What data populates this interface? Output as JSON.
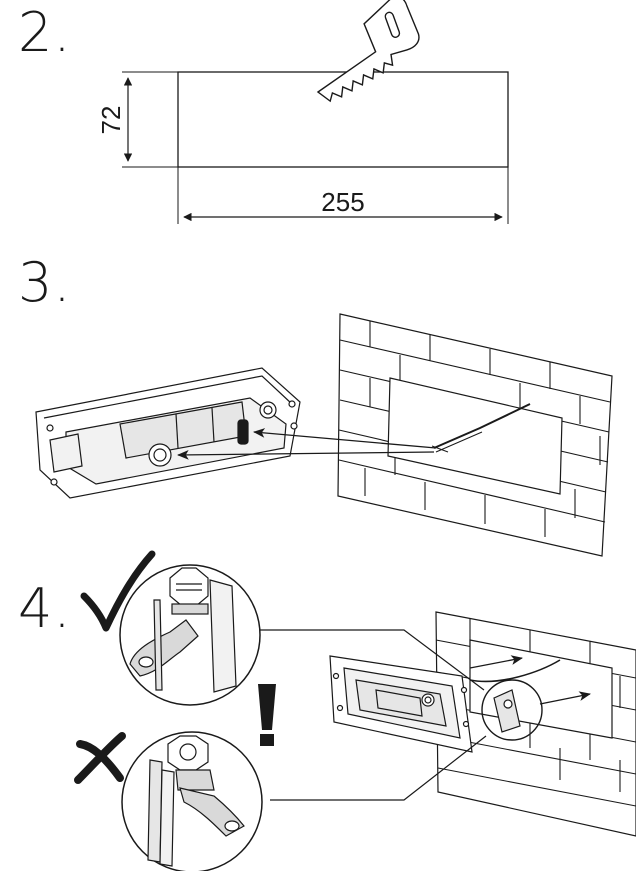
{
  "steps": {
    "step2": "2.",
    "step3": "3.",
    "step4": "4."
  },
  "dimensions": {
    "height": "72",
    "width": "255"
  },
  "marks": {
    "correct": "✓",
    "warning": "!",
    "incorrect": "✕"
  },
  "colors": {
    "line": "#1a1a1a",
    "fill": "#ffffff",
    "shade": "#d9d9d9"
  },
  "icons": [
    "saw-icon",
    "cable-icon",
    "check-icon",
    "cross-icon",
    "warning-icon"
  ]
}
